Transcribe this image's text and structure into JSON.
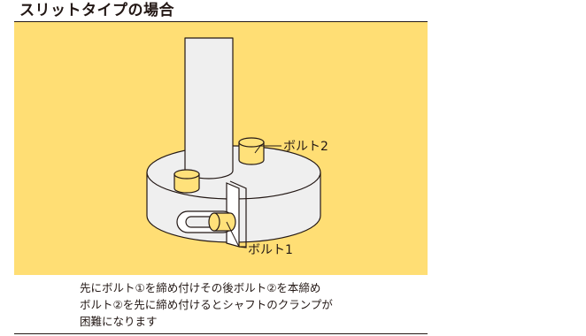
{
  "title": "スリットタイプの場合",
  "labels": {
    "bolt2": "ボルト2",
    "bolt1": "ボルト1"
  },
  "caption": {
    "line1": "先にボルト①を締め付けその後ボルト②を本締め",
    "line2": "ボルト②を先に締め付けるとシャフトのクランプが",
    "line3": "困難になります"
  },
  "colors": {
    "panel": "#FFDE74",
    "collar": "#EFEFEF",
    "bolt": "#FFE17A",
    "line": "#231815"
  }
}
